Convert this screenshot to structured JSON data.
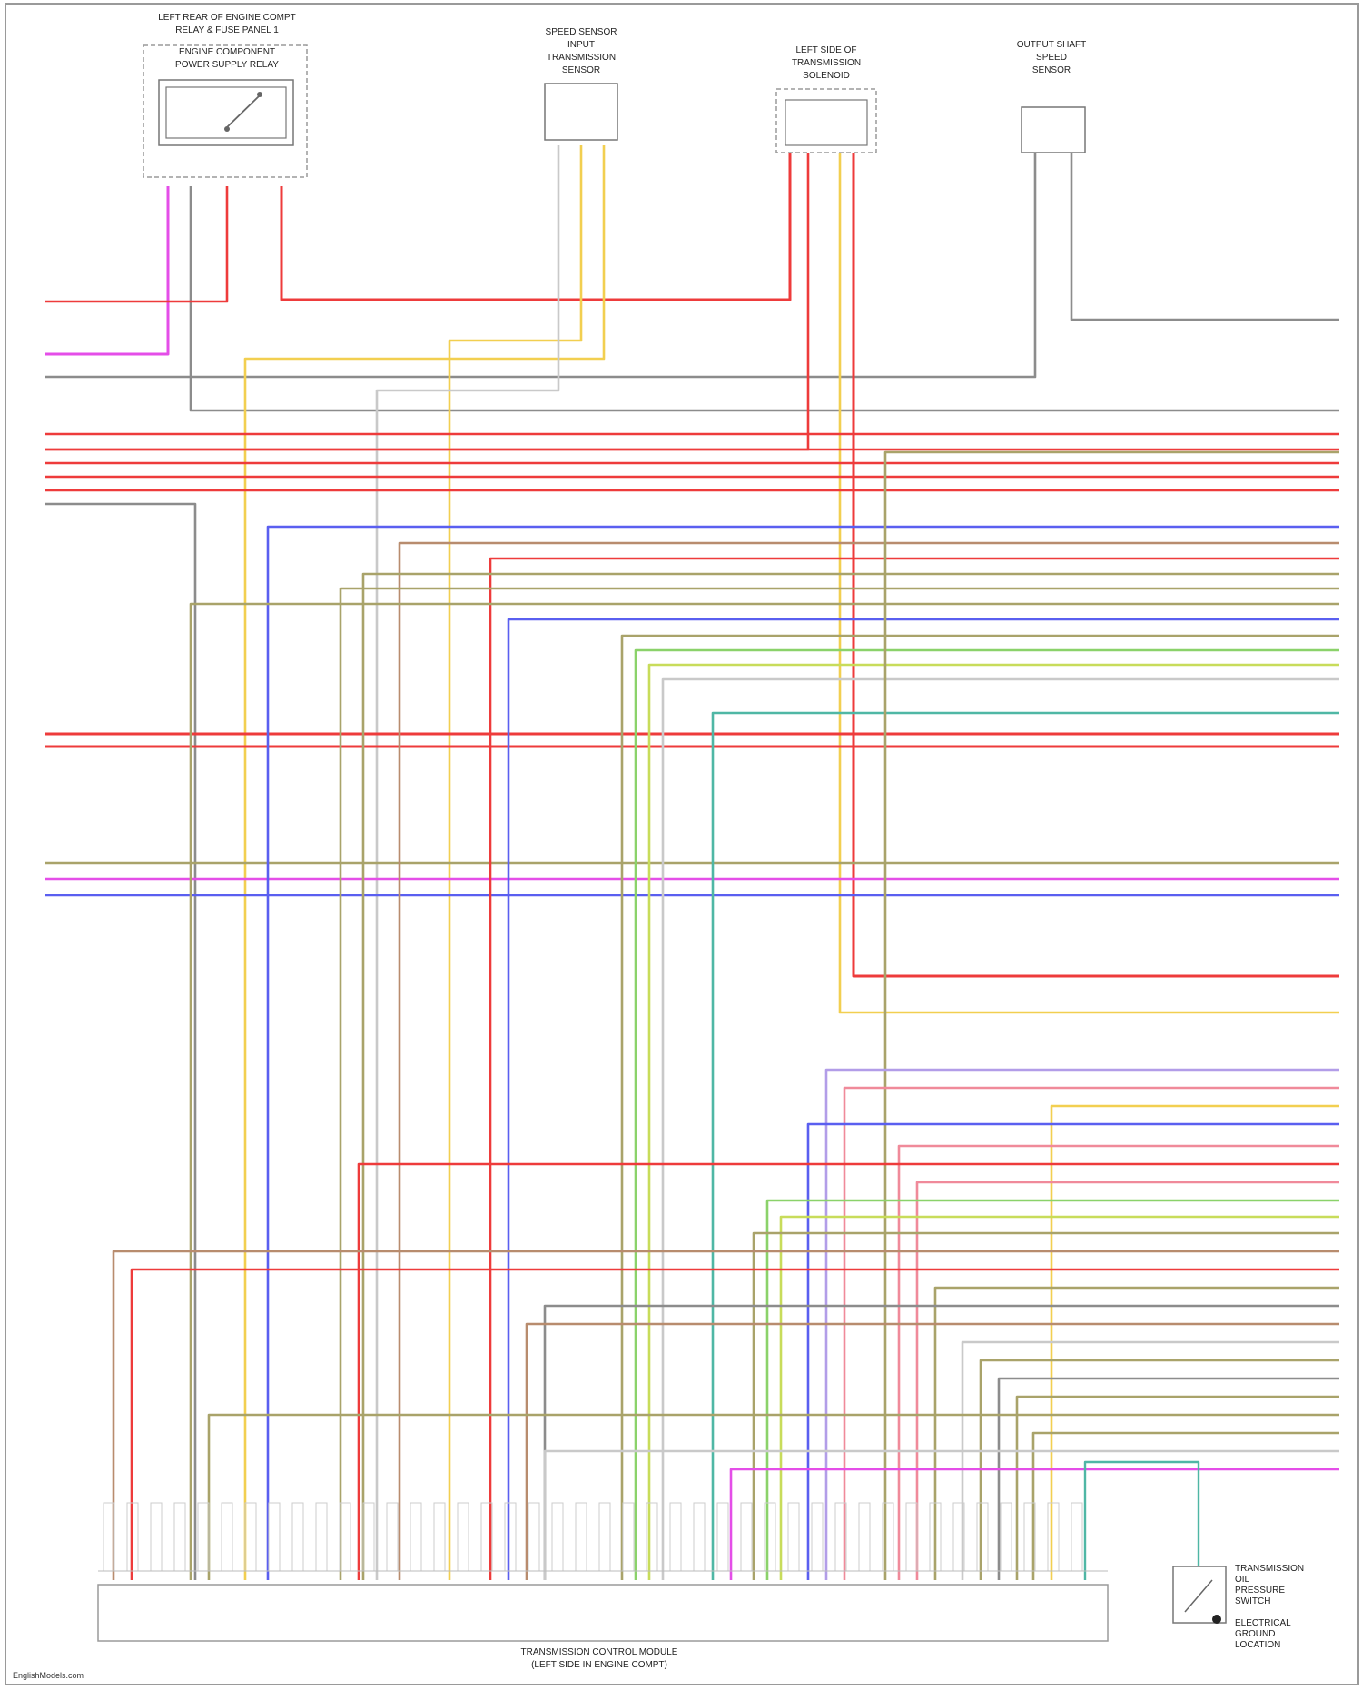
{
  "diagram": {
    "components": {
      "relay_box": {
        "line1": "LEFT REAR OF ENGINE COMPT",
        "line2": "RELAY & FUSE PANEL 1",
        "line3": "ENGINE COMPONENT",
        "line4": "POWER SUPPLY RELAY"
      },
      "speed_sensor": {
        "line1": "SPEED SENSOR",
        "line2": "INPUT",
        "line3": "TRANSMISSION",
        "line4": "SENSOR"
      },
      "solenoid_block": {
        "line1": "LEFT SIDE OF",
        "line2": "TRANSMISSION",
        "line3": "SOLENOID"
      },
      "output_sensor": {
        "line1": "OUTPUT SHAFT",
        "line2": "SPEED",
        "line3": "SENSOR"
      },
      "tcm": {
        "line1": "TRANSMISSION CONTROL MODULE",
        "line2": "(LEFT SIDE IN ENGINE COMPT)"
      },
      "ground_block": {
        "lines": [
          "TRANSMISSION",
          "OIL",
          "PRESSURE",
          "SWITCH",
          "ELECTRICAL",
          "GROUND",
          "LOCATION"
        ]
      },
      "footer": "EnglishModels.com"
    },
    "wire_colors": {
      "red": "#ee3b3b",
      "grey": "#8c8c8c",
      "magenta": "#e44ee8",
      "olive": "#a9a36a",
      "blue": "#5a5ff0",
      "yellow": "#f2cf50",
      "green": "#8bd26a",
      "teal": "#4fb7a5",
      "pink": "#f08a9a",
      "violet": "#b29de8",
      "brown": "#b88c6e",
      "lightgrey": "#c9c9c9",
      "yellowgreen": "#c8dc5a"
    }
  }
}
